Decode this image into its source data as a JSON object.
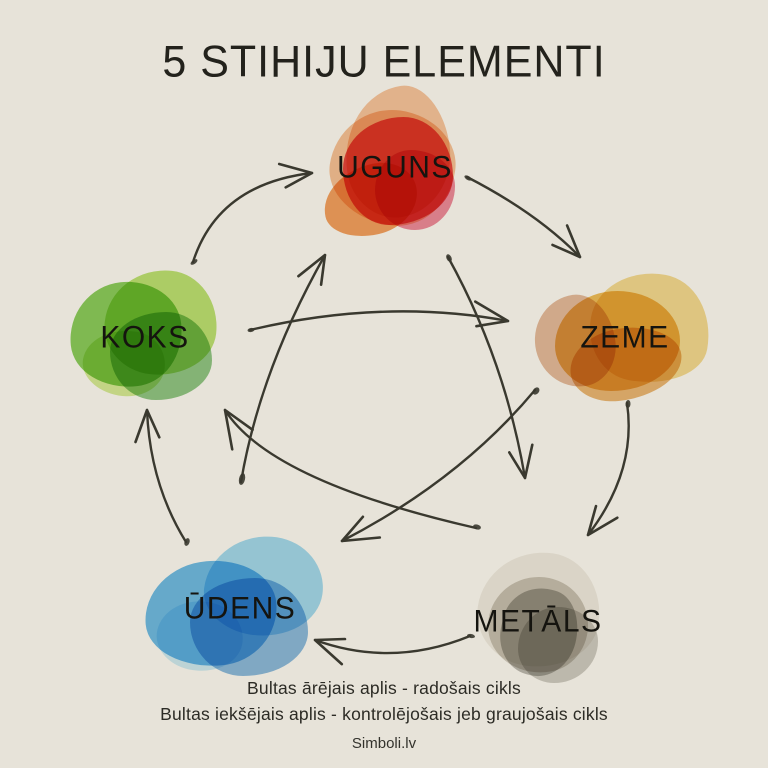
{
  "title": "5 STIHIJU ELEMENTI",
  "nodes": [
    {
      "id": "uguns",
      "label": "UGUNS",
      "element": "fire"
    },
    {
      "id": "zeme",
      "label": "ZEME",
      "element": "earth"
    },
    {
      "id": "metals",
      "label": "METĀLS",
      "element": "metal"
    },
    {
      "id": "udens",
      "label": "ŪDENS",
      "element": "water"
    },
    {
      "id": "koks",
      "label": "KOKS",
      "element": "wood"
    }
  ],
  "cycles": {
    "outer_creative": [
      "KOKS→UGUNS",
      "UGUNS→ZEME",
      "ZEME→METĀLS",
      "METĀLS→ŪDENS",
      "ŪDENS→KOKS"
    ],
    "inner_controlling": [
      "KOKS→ZEME",
      "UGUNS→METĀLS",
      "ZEME→ŪDENS",
      "METĀLS→KOKS",
      "ŪDENS→UGUNS"
    ]
  },
  "captions": {
    "line1": "Bultas ārējais aplis - radošais cikls",
    "line2": "Bultas iekšējais aplis - kontrolējošais jeb graujošais cikls",
    "watermark": "Simboli.lv"
  },
  "colors": {
    "background": "#e7e3d9",
    "ink": "#3a392f",
    "text": "#23221c",
    "fire_red": "#ea3d45",
    "fire_deep": "#e12f53",
    "fire_orange": "#f28c3a",
    "fire_light": "#f6b07c",
    "earth_gold": "#eeb53e",
    "earth_amber": "#e39c3e",
    "earth_rose": "#d99b70",
    "earth_pale": "#f4d67c",
    "metal_light": "#f1efe9",
    "metal_taupe": "#c9c5ba",
    "metal_mid": "#aaa79e",
    "metal_dark": "#87847c",
    "water_main": "#3fa8e9",
    "water_deep": "#2f87d2",
    "water_light": "#8ed4f5",
    "water_pale": "#c4e9fa",
    "wood_main": "#6fc437",
    "wood_light": "#a8dc48",
    "wood_deep": "#49a43c",
    "wood_pale": "#cdea82"
  }
}
